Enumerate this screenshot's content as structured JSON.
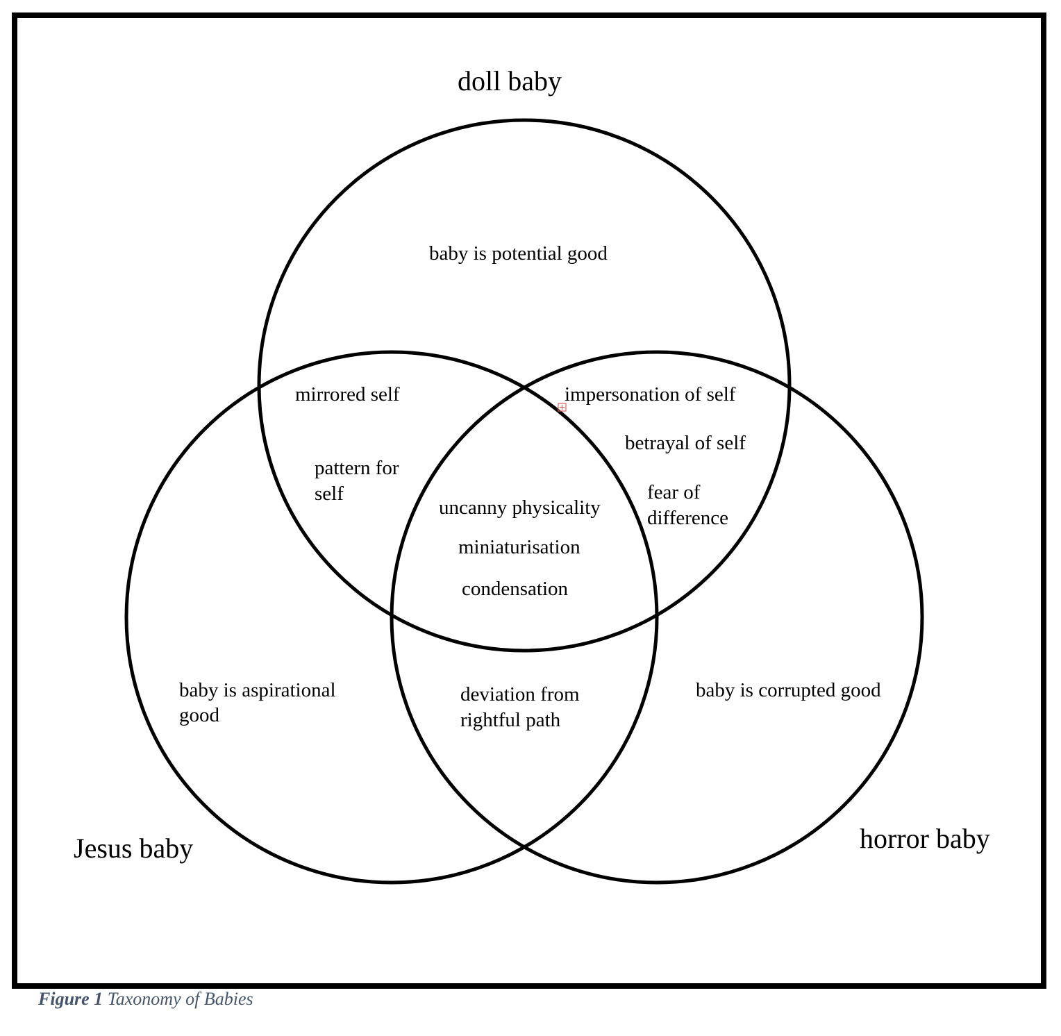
{
  "sets": {
    "top": "doll baby",
    "left": "Jesus baby",
    "right": "horror baby"
  },
  "regions": {
    "top_only": [
      "baby is potential good"
    ],
    "left_only": [
      "baby is aspirational",
      "good"
    ],
    "right_only": [
      "baby is corrupted good"
    ],
    "top_left": [
      "mirrored self",
      "pattern for",
      "self"
    ],
    "top_right": [
      "impersonation of self",
      "betrayal of self",
      "fear of",
      "difference"
    ],
    "left_right": [
      "deviation from",
      "rightful path"
    ],
    "center": [
      "uncanny physicality",
      "miniaturisation",
      "condensation"
    ]
  },
  "caption": {
    "label": "Figure 1",
    "text": " Taxonomy of Babies"
  },
  "colors": {
    "stroke": "#000000",
    "caption": "#44546a",
    "marker": "#e06060"
  }
}
